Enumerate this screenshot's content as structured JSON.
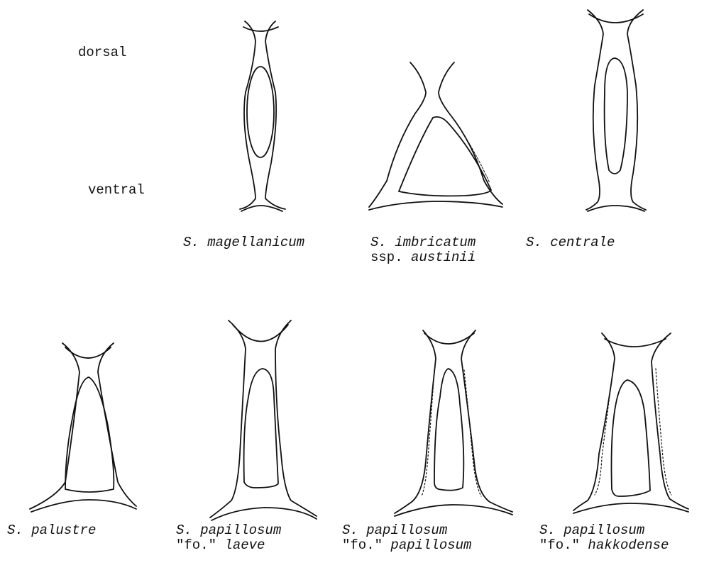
{
  "axis_labels": {
    "dorsal": "dorsal",
    "ventral": "ventral"
  },
  "specimens": [
    {
      "genus": "S.",
      "epithet": "magellanicum",
      "line2_prefix": "",
      "line2_italic": ""
    },
    {
      "genus": "S.",
      "epithet": "imbricatum",
      "line2_prefix": "ssp.",
      "line2_italic": "austinii"
    },
    {
      "genus": "S.",
      "epithet": "centrale",
      "line2_prefix": "",
      "line2_italic": ""
    },
    {
      "genus": "S.",
      "epithet": "palustre",
      "line2_prefix": "",
      "line2_italic": ""
    },
    {
      "genus": "S.",
      "epithet": "papillosum",
      "line2_prefix": "\"fo.\"",
      "line2_italic": "laeve"
    },
    {
      "genus": "S.",
      "epithet": "papillosum",
      "line2_prefix": "\"fo.\"",
      "line2_italic": "papillosum"
    },
    {
      "genus": "S.",
      "epithet": "papillosum",
      "line2_prefix": "\"fo.\"",
      "line2_italic": "hakkodense"
    }
  ],
  "colors": {
    "ink": "#111111",
    "background": "#ffffff"
  }
}
